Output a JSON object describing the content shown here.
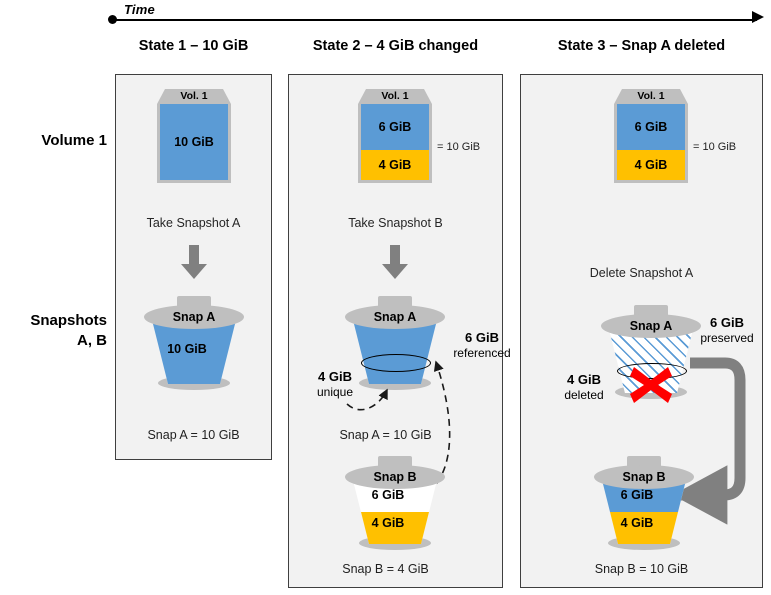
{
  "timeline": {
    "label": "Time",
    "arrow_icon": "right-arrow-icon"
  },
  "row_labels": {
    "volume": "Volume 1",
    "snapshots": "Snapshots\nA, B",
    "snapshots_line1": "Snapshots",
    "snapshots_line2": "A, B"
  },
  "colors": {
    "used_blue": "#5B9BD5",
    "changed_gold": "#FFC000",
    "device_gray": "#BFBFBF",
    "arrow_gray": "#808080",
    "panel_bg": "#F2F2F2",
    "panel_border": "#3F3F3F",
    "delete_red": "#FF0000"
  },
  "states": [
    {
      "title": "State 1 – 10 GiB",
      "volume": {
        "cap_label": "Vol. 1",
        "total_label": "",
        "segments": [
          {
            "label": "10 GiB",
            "color": "#5B9BD5",
            "gib": 10
          }
        ]
      },
      "action": {
        "label": "Take Snapshot A",
        "arrow": "down-arrow-icon"
      },
      "snapshots": [
        {
          "id": "snap-a",
          "lid_label": "Snap A",
          "segments": [
            {
              "label": "10 GiB",
              "color": "#5B9BD5",
              "gib": 10
            }
          ],
          "caption": "Snap A = 10 GiB",
          "deleted": false,
          "divider": false
        }
      ],
      "annotations": []
    },
    {
      "title": "State 2 – 4 GiB changed",
      "volume": {
        "cap_label": "Vol. 1",
        "total_label": "= 10 GiB",
        "segments": [
          {
            "label": "6 GiB",
            "color": "#5B9BD5",
            "gib": 6
          },
          {
            "label": "4 GiB",
            "color": "#FFC000",
            "gib": 4
          }
        ]
      },
      "action": {
        "label": "Take Snapshot B",
        "arrow": "down-arrow-icon"
      },
      "snapshots": [
        {
          "id": "snap-a",
          "lid_label": "Snap A",
          "segments": [
            {
              "label": "10 GiB",
              "color": "#5B9BD5",
              "gib": 10
            }
          ],
          "caption": "Snap A = 10 GiB",
          "deleted": false,
          "divider": true
        },
        {
          "id": "snap-b",
          "lid_label": "Snap B",
          "segments": [
            {
              "label": "6 GiB",
              "color": "#FFFFFF",
              "gib": 6
            },
            {
              "label": "4 GiB",
              "color": "#FFC000",
              "gib": 4
            }
          ],
          "caption": "Snap B = 4 GiB",
          "deleted": false,
          "divider": false
        }
      ],
      "annotations": [
        {
          "id": "unique",
          "big": "4 GiB",
          "small": "unique"
        },
        {
          "id": "referenced",
          "big": "6 GiB",
          "small": "referenced"
        }
      ]
    },
    {
      "title": "State 3 – Snap A deleted",
      "volume": {
        "cap_label": "Vol. 1",
        "total_label": "= 10 GiB",
        "segments": [
          {
            "label": "6 GiB",
            "color": "#5B9BD5",
            "gib": 6
          },
          {
            "label": "4 GiB",
            "color": "#FFC000",
            "gib": 4
          }
        ]
      },
      "action": {
        "label": "Delete Snapshot A",
        "arrow": "none"
      },
      "snapshots": [
        {
          "id": "snap-a",
          "lid_label": "Snap A",
          "segments": [
            {
              "label": "",
              "color": "hatched",
              "gib": 10
            }
          ],
          "caption": "",
          "deleted": true,
          "divider": true,
          "delete_marker": "red-x-icon"
        },
        {
          "id": "snap-b",
          "lid_label": "Snap B",
          "segments": [
            {
              "label": "6 GiB",
              "color": "#5B9BD5",
              "gib": 6
            },
            {
              "label": "4 GiB",
              "color": "#FFC000",
              "gib": 4
            }
          ],
          "caption": "Snap B = 10 GiB",
          "deleted": false,
          "divider": false
        }
      ],
      "annotations": [
        {
          "id": "deleted",
          "big": "4 GiB",
          "small": "deleted"
        },
        {
          "id": "preserved",
          "big": "6 GiB",
          "small": "preserved"
        }
      ]
    }
  ]
}
